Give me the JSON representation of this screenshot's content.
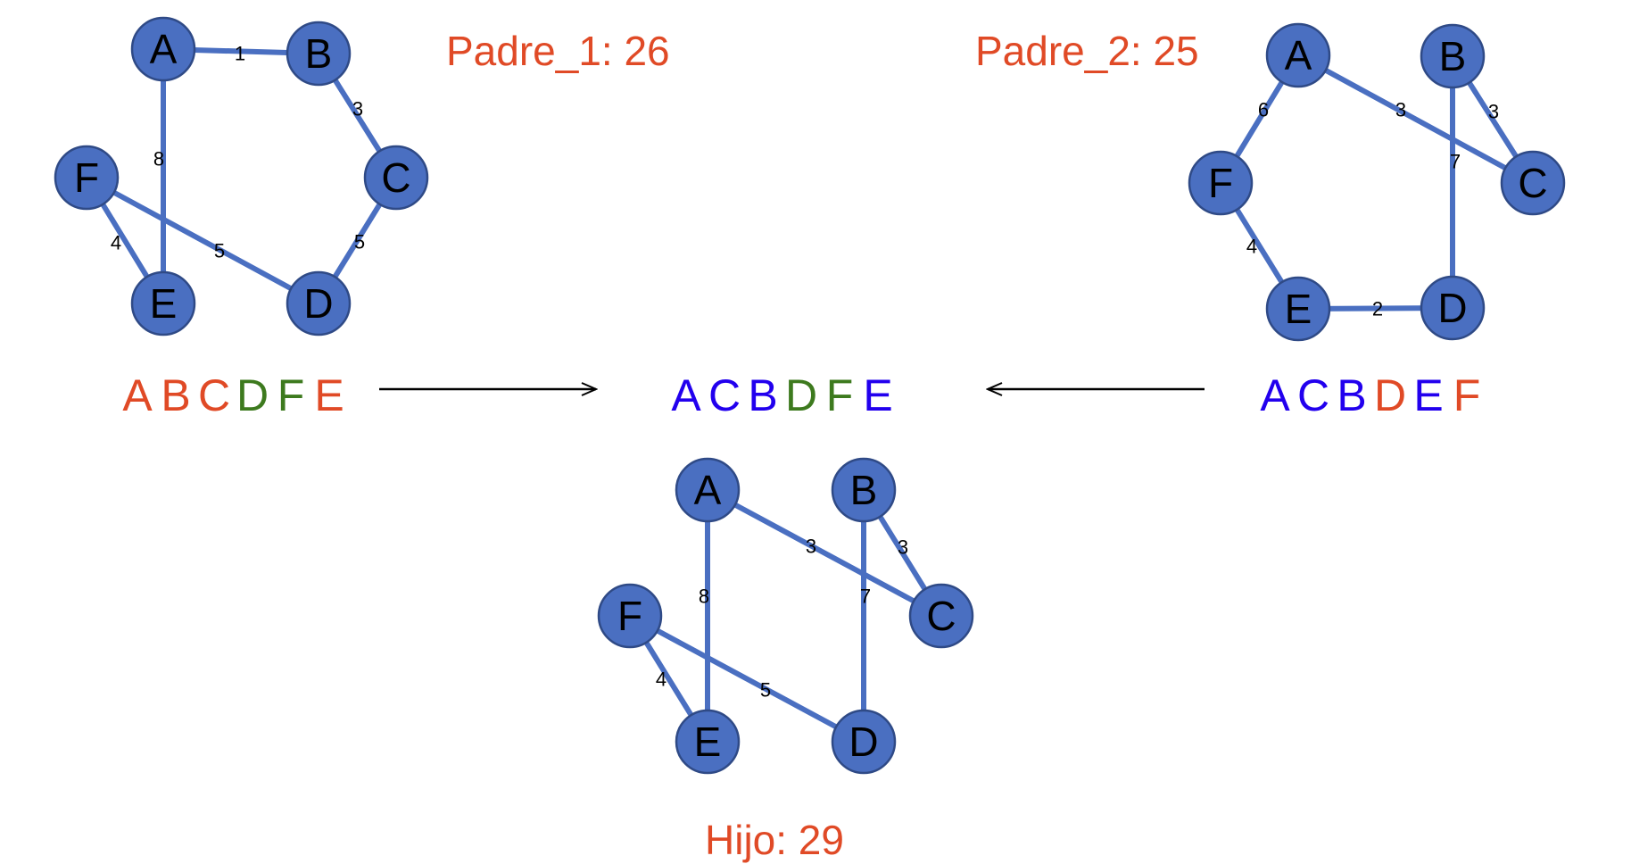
{
  "colors": {
    "edge": "#4a6fc1",
    "node_fill": "#4a6fc1",
    "node_stroke": "#2f4a86",
    "node_text": "#000000",
    "score": "#e04a26",
    "seq_blue": "#2200ee",
    "seq_red": "#e04a26",
    "seq_green": "#3d7a1e",
    "arrow": "#000000"
  },
  "graphs": [
    {
      "id": "padre-1",
      "score_label": "Padre_1: 26",
      "nodes": [
        "A",
        "B",
        "C",
        "D",
        "E",
        "F"
      ],
      "edges": [
        {
          "from": "A",
          "to": "B",
          "weight": "1"
        },
        {
          "from": "B",
          "to": "C",
          "weight": "3"
        },
        {
          "from": "C",
          "to": "D",
          "weight": "5"
        },
        {
          "from": "D",
          "to": "F",
          "weight": "5"
        },
        {
          "from": "F",
          "to": "E",
          "weight": "4"
        },
        {
          "from": "E",
          "to": "A",
          "weight": "8"
        }
      ],
      "sequence": [
        {
          "letter": "A",
          "color": "seq_red"
        },
        {
          "letter": "B",
          "color": "seq_red"
        },
        {
          "letter": "C",
          "color": "seq_red"
        },
        {
          "letter": "D",
          "color": "seq_green"
        },
        {
          "letter": "F",
          "color": "seq_green"
        },
        {
          "letter": "E",
          "color": "seq_red"
        }
      ]
    },
    {
      "id": "padre-2",
      "score_label": "Padre_2: 25",
      "nodes": [
        "A",
        "B",
        "C",
        "D",
        "E",
        "F"
      ],
      "edges": [
        {
          "from": "A",
          "to": "C",
          "weight": "3"
        },
        {
          "from": "C",
          "to": "B",
          "weight": "3"
        },
        {
          "from": "B",
          "to": "D",
          "weight": "7"
        },
        {
          "from": "D",
          "to": "E",
          "weight": "2"
        },
        {
          "from": "E",
          "to": "F",
          "weight": "4"
        },
        {
          "from": "F",
          "to": "A",
          "weight": "6"
        }
      ],
      "sequence": [
        {
          "letter": "A",
          "color": "seq_blue"
        },
        {
          "letter": "C",
          "color": "seq_blue"
        },
        {
          "letter": "B",
          "color": "seq_blue"
        },
        {
          "letter": "D",
          "color": "seq_red"
        },
        {
          "letter": "E",
          "color": "seq_blue"
        },
        {
          "letter": "F",
          "color": "seq_red"
        }
      ]
    },
    {
      "id": "hijo",
      "score_label": "Hijo:  29",
      "nodes": [
        "A",
        "B",
        "C",
        "D",
        "E",
        "F"
      ],
      "edges": [
        {
          "from": "A",
          "to": "C",
          "weight": "3"
        },
        {
          "from": "C",
          "to": "B",
          "weight": "3"
        },
        {
          "from": "B",
          "to": "D",
          "weight": "7"
        },
        {
          "from": "D",
          "to": "F",
          "weight": "5"
        },
        {
          "from": "F",
          "to": "E",
          "weight": "4"
        },
        {
          "from": "E",
          "to": "A",
          "weight": "8"
        }
      ],
      "sequence": [
        {
          "letter": "A",
          "color": "seq_blue"
        },
        {
          "letter": "C",
          "color": "seq_blue"
        },
        {
          "letter": "B",
          "color": "seq_blue"
        },
        {
          "letter": "D",
          "color": "seq_green"
        },
        {
          "letter": "F",
          "color": "seq_green"
        },
        {
          "letter": "E",
          "color": "seq_blue"
        }
      ]
    }
  ]
}
